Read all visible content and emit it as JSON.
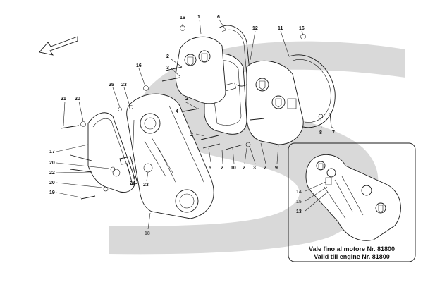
{
  "diagram": {
    "colors": {
      "watermark": "#d9d9d9",
      "line": "#1a1a1a",
      "inset_label": "#555555"
    },
    "icons": [
      "direction-arrow-icon",
      "ferrari-logo-icon"
    ],
    "labels": [
      "16",
      "1",
      "6",
      "12",
      "11",
      "16",
      "2",
      "3",
      "2",
      "4",
      "16",
      "25",
      "23",
      "21",
      "20",
      "17",
      "20",
      "22",
      "20",
      "19",
      "24",
      "23",
      "18",
      "2",
      "5",
      "2",
      "10",
      "2",
      "3",
      "2",
      "9",
      "8",
      "7",
      "14",
      "15",
      "13"
    ],
    "inset_labels": [
      "14",
      "15",
      "13"
    ],
    "inset_note_line1": "Vale fino al motore Nr. 81800",
    "inset_note_line2": "Valid till engine Nr. 81800"
  }
}
